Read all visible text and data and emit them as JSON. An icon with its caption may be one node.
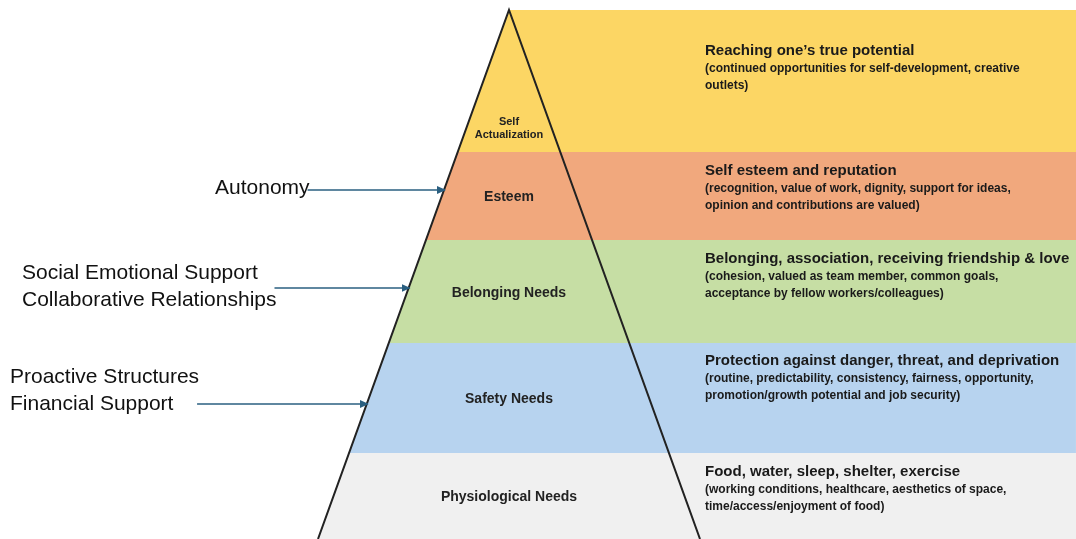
{
  "diagram": {
    "nodes": [
      {
        "text": [
          "Self Actualization",
          "Reaching one’s true potential",
          "(continued opportunities for self-development, creative outlets)"
        ]
      },
      {
        "text": [
          "Esteem",
          "Self esteem and reputation",
          "(recognition, value of work, dignity, support for ideas, opinion and contributions are valued)"
        ]
      },
      {
        "text": [
          "Belonging Needs",
          "Belonging, association, receiving friendship & love",
          "(cohesion, valued as team member, common goals, acceptance by fellow workers/colleagues)"
        ]
      },
      {
        "text": [
          "Safety Needs",
          "Protection against danger, threat, and deprivation",
          "(routine, predictability, consistency, fairness, opportunity, promotion/growth potential and job security)"
        ]
      },
      {
        "text": [
          "Physiological Needs",
          "Food, water, sleep, shelter, exercise",
          "(working conditions, healthcare, aesthetics of space, time/access/enjoyment of food)"
        ]
      },
      {
        "text": [
          "Autonomy"
        ]
      },
      {
        "text": [
          "Social Emotional Support",
          "Collaborative Relationships"
        ]
      },
      {
        "text": [
          "Proactive Structures",
          "Financial Support"
        ]
      }
    ],
    "edges": [
      {
        "from": 5,
        "to": 1,
        "arrow": "to"
      },
      {
        "from": 6,
        "to": 2,
        "arrow": "to"
      },
      {
        "from": 7,
        "to": 3,
        "arrow": "to"
      }
    ]
  }
}
